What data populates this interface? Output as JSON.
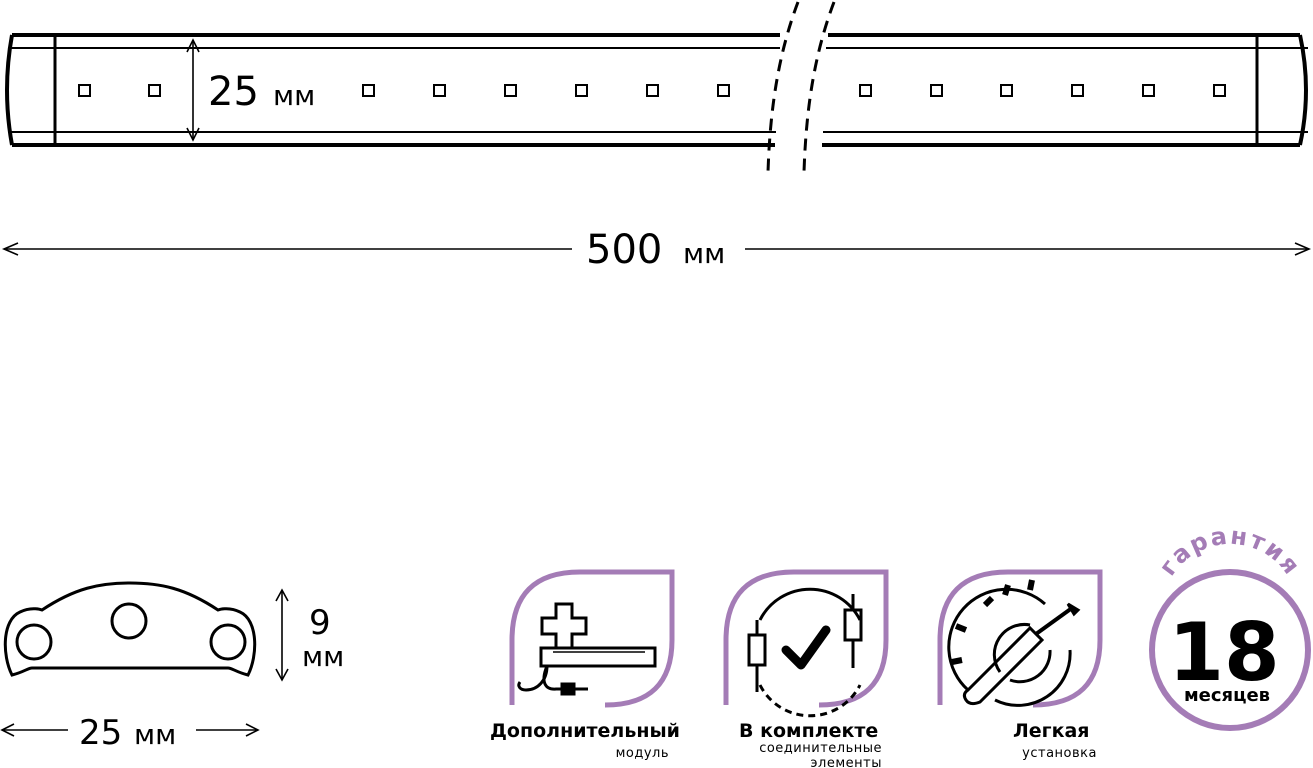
{
  "colors": {
    "accent": "#a47cb6",
    "line": "#000000",
    "background": "#ffffff"
  },
  "dimensions": {
    "strip_height_value": "25",
    "strip_height_unit": "мм",
    "strip_length_value": "500",
    "strip_length_unit": "мм",
    "profile_height_value": "9",
    "profile_height_unit": "мм",
    "profile_width_value": "25",
    "profile_width_unit": "мм"
  },
  "features": [
    {
      "icon": "extension-module-icon",
      "title": "Дополнительный",
      "subtitle": "модуль"
    },
    {
      "icon": "connector-check-icon",
      "title": "В комплекте",
      "subtitle_line1": "соединительные",
      "subtitle_line2": "элементы"
    },
    {
      "icon": "gear-screwdriver-icon",
      "title": "Легкая",
      "subtitle": "установка"
    }
  ],
  "warranty": {
    "label": "гарантия",
    "value": "18",
    "unit": "месяцев"
  }
}
